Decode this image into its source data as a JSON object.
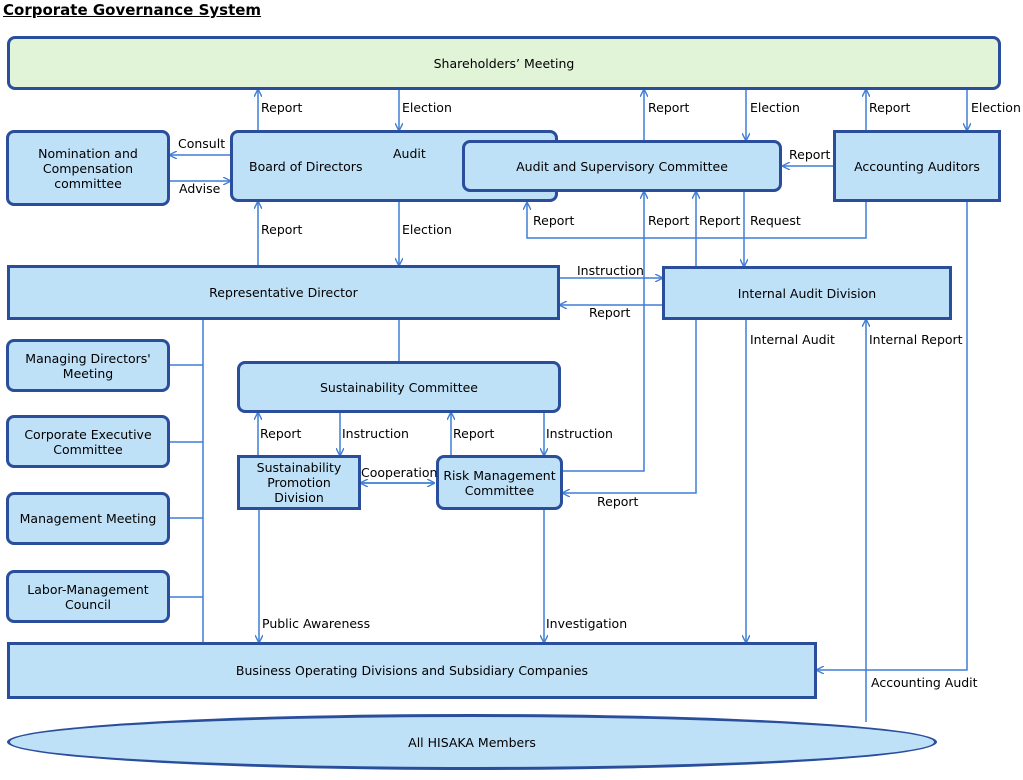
{
  "title": "Corporate Governance System",
  "boxes": {
    "shareholders": "Shareholders’ Meeting",
    "nomination": "Nomination and Compensation committee",
    "board": "Board of Directors",
    "audit_committee": "Audit and Supervisory Committee",
    "accounting_auditors": "Accounting Auditors",
    "representative": "Representative Director",
    "internal_audit_div": "Internal Audit Division",
    "managing_directors": "Managing Directors' Meeting",
    "corporate_exec": "Corporate Executive Committee",
    "management_meeting": "Management Meeting",
    "labor_mgmt": "Labor-Management Council",
    "sustainability_committee": "Sustainability Committee",
    "sustainability_promo": "Sustainability Promotion Division",
    "risk_mgmt": "Risk Management Committee",
    "business_divs": "Business Operating Divisions and Subsidiary Companies",
    "members": "All HISAKA Members"
  },
  "labels": {
    "report": "Report",
    "election": "Election",
    "consult": "Consult",
    "advise": "Advise",
    "audit": "Audit",
    "request": "Request",
    "instruction": "Instruction",
    "internal_audit": "Internal Audit",
    "internal_report": "Internal Report",
    "cooperation": "Cooperation",
    "public_awareness": "Public Awareness",
    "investigation": "Investigation",
    "accounting_audit": "Accounting Audit"
  },
  "colors": {
    "box_fill": "#bfe1f8",
    "box_border": "#2a4e9c",
    "top_fill": "#e2f4d8",
    "arrow": "#3f7fd6"
  }
}
